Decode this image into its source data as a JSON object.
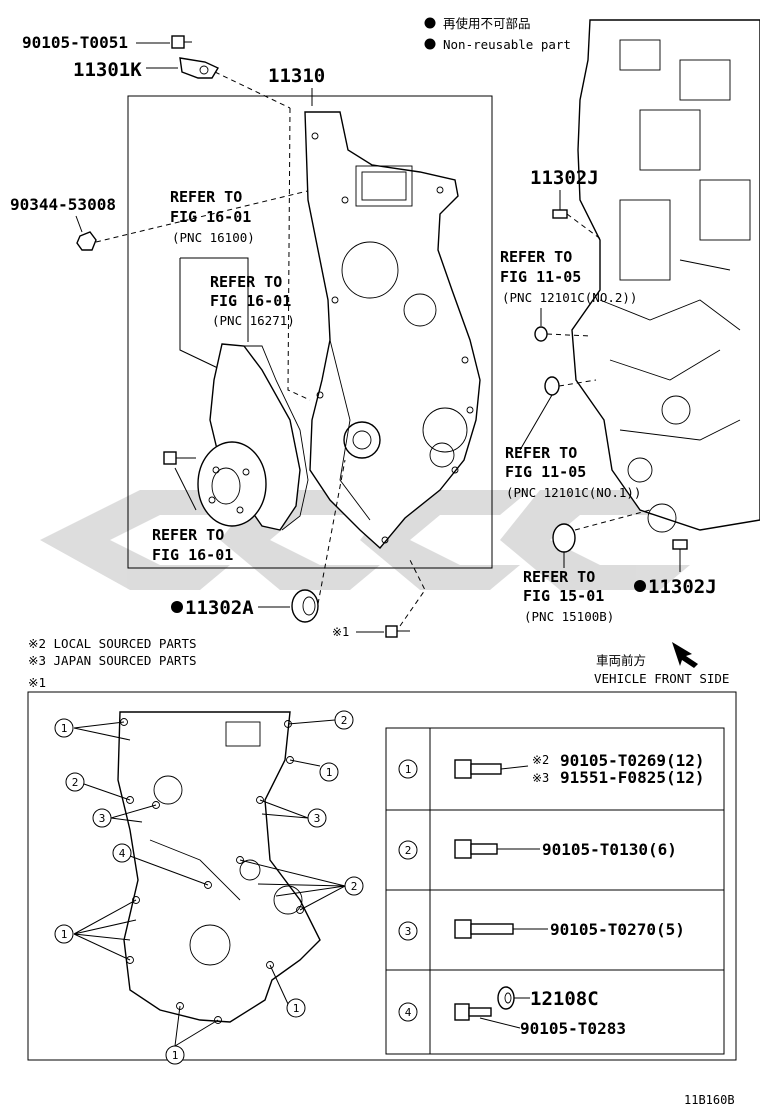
{
  "legend": {
    "jp": "再使用不可部品",
    "en": "Non-reusable part"
  },
  "labels": {
    "p90105_T0051": "90105-T0051",
    "p11301K": "11301K",
    "p11310": "11310",
    "p90344_53008": "90344-53008",
    "p11302J_top": "11302J",
    "p11302J_bottom": "11302J",
    "p11302A": "11302A",
    "star1": "※1"
  },
  "refs": [
    {
      "id": "r1",
      "l1": "REFER TO",
      "l2": "FIG 16-01",
      "pnc": "(PNC 16100)"
    },
    {
      "id": "r2",
      "l1": "REFER TO",
      "l2": "FIG 16-01",
      "pnc": "(PNC 16271)"
    },
    {
      "id": "r3",
      "l1": "REFER TO",
      "l2": "FIG 16-01",
      "pnc": ""
    },
    {
      "id": "r4",
      "l1": "REFER TO",
      "l2": "FIG 11-05",
      "pnc": "(PNC 12101C(NO.2))"
    },
    {
      "id": "r5",
      "l1": "REFER TO",
      "l2": "FIG 11-05",
      "pnc": "(PNC 12101C(NO.1))"
    },
    {
      "id": "r6",
      "l1": "REFER TO",
      "l2": "FIG 15-01",
      "pnc": "(PNC 15100B)"
    }
  ],
  "notes": {
    "local": "※2 LOCAL SOURCED PARTS",
    "japan": "※3 JAPAN SOURCED PARTS",
    "star1": "※1"
  },
  "front_side": {
    "jp": "車両前方",
    "en": "VEHICLE FRONT SIDE"
  },
  "table": [
    {
      "num": "1",
      "lines": [
        {
          "mark": "※2",
          "pn": "90105-T0269(12)"
        },
        {
          "mark": "※3",
          "pn": "91551-F0825(12)"
        }
      ]
    },
    {
      "num": "2",
      "lines": [
        {
          "mark": "",
          "pn": "90105-T0130(6)"
        }
      ]
    },
    {
      "num": "3",
      "lines": [
        {
          "mark": "",
          "pn": "90105-T0270(5)"
        }
      ]
    },
    {
      "num": "4",
      "lines": [
        {
          "mark": "",
          "pn": "12108C"
        },
        {
          "mark": "",
          "pn": "90105-T0283"
        }
      ]
    }
  ],
  "callouts": {
    "c1": "1",
    "c2": "2",
    "c3": "3",
    "c4": "4"
  },
  "watermark": "",
  "figure_code": "11B160B"
}
